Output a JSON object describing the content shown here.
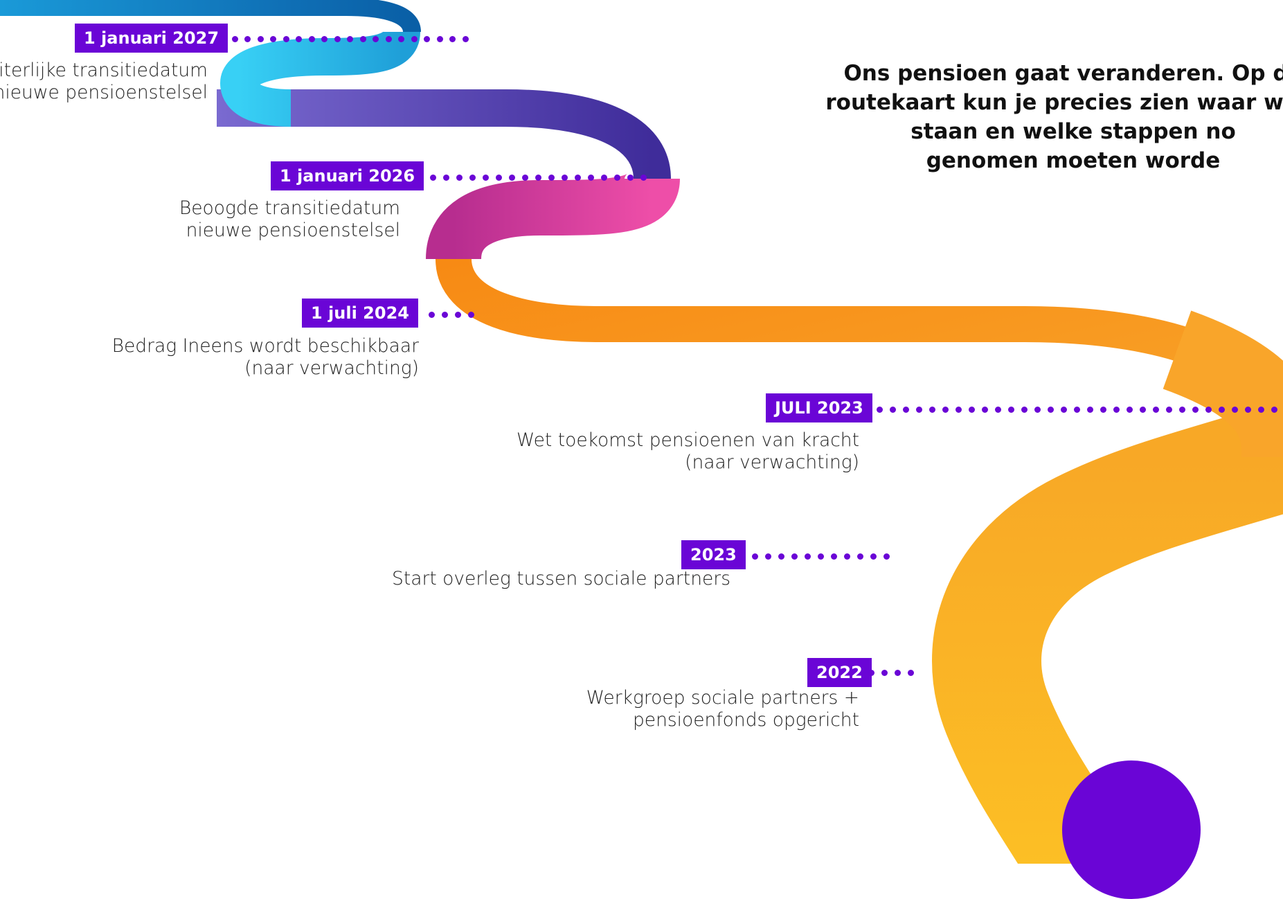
{
  "intro": {
    "lines": [
      "Ons pensioen gaat veranderen. Op de",
      "routekaart kun je precies zien waar we n",
      "staan en welke stappen no",
      "genomen moeten worde"
    ]
  },
  "milestones": [
    {
      "date": "1 januari 2027",
      "description": [
        "Uiterlijke transitiedatum",
        "nieuwe pensioenstelsel"
      ]
    },
    {
      "date": "1 januari 2026",
      "description": [
        "Beoogde transitiedatum",
        "nieuwe pensioenstelsel"
      ]
    },
    {
      "date": "1 juli 2024",
      "description": [
        "Bedrag Ineens wordt beschikbaar",
        "(naar verwachting)"
      ]
    },
    {
      "date": "JULI 2023",
      "description": [
        "Wet toekomst pensioenen van kracht",
        "(naar verwachting)"
      ]
    },
    {
      "date": "2023",
      "description": [
        "Start overleg tussen sociale partners"
      ]
    },
    {
      "date": "2022",
      "description": [
        "Werkgroep sociale partners +",
        "pensioenfonds opgericht"
      ]
    }
  ],
  "colors": {
    "badge": "#6a05d6",
    "road_blue_dark": "#0a5fa6",
    "road_blue_light": "#2ec8f0",
    "road_purple": "#5a3db8",
    "road_pink": "#d53a9d",
    "road_orange": "#f7941d",
    "road_yellow": "#fbb726"
  }
}
